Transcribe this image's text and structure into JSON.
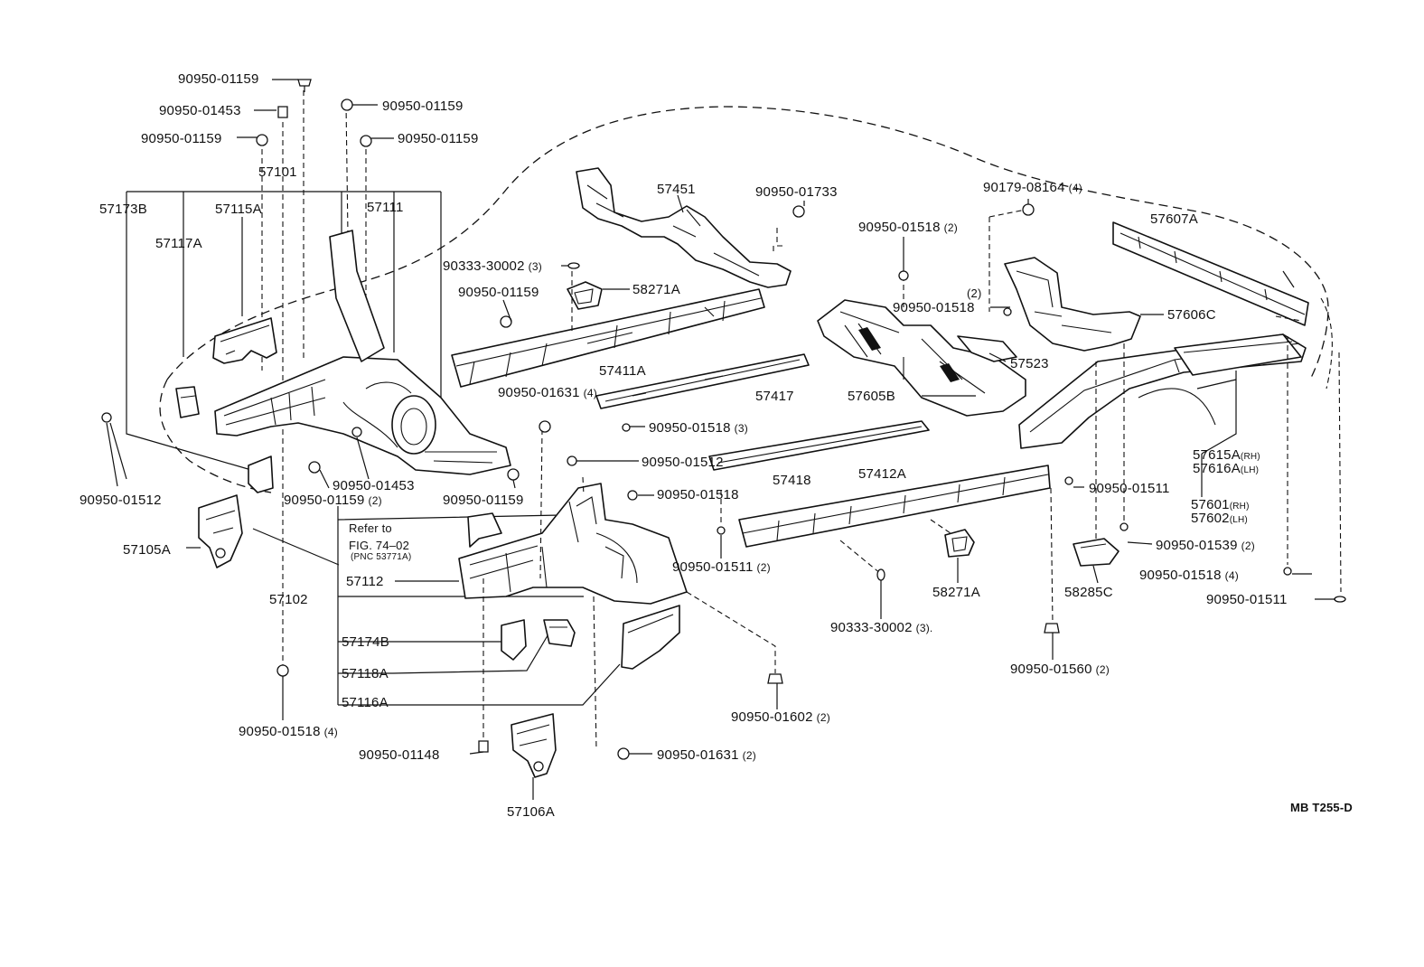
{
  "diagram_code": "MB T255-D",
  "reference": {
    "line1": "Refer to",
    "line2": "FIG. 74–02",
    "line3": "(PNC 53771A)"
  },
  "labels": {
    "p90950_01159_a": "90950-01159",
    "p90950_01453_a": "90950-01453",
    "p90950_01159_b": "90950-01159",
    "p90950_01159_c": "90950-01159",
    "p90950_01159_d": "90950-01159",
    "p57101": "57101",
    "p57173b": "57173B",
    "p57115a": "57115A",
    "p57111": "57111",
    "p57117a": "57117A",
    "p57451": "57451",
    "p90950_01733": "90950-01733",
    "p90179_08164": "90179-08164",
    "p90179_08164_q": "(4)",
    "p57607a": "57607A",
    "p90950_01518_a": "90950-01518",
    "p90950_01518_a_q": "(2)",
    "p90333_30002_a": "90333-30002",
    "p90333_30002_a_q": "(3)",
    "p58271a_a": "58271A",
    "p90950_01159_e": "90950-01159",
    "p90950_01518_b_q": "(2)",
    "p90950_01518_b": "90950-01518",
    "p57606c": "57606C",
    "p57411a": "57411A",
    "p57523": "57523",
    "p90950_01631_a": "90950-01631",
    "p90950_01631_a_q": "(4)",
    "p57417": "57417",
    "p57605b": "57605B",
    "p90950_01518_c": "90950-01518",
    "p90950_01518_c_q": "(3)",
    "p57615a": "57615A",
    "p57615a_s": "(RH)",
    "p57616a": "57616A",
    "p57616a_s": "(LH)",
    "p90950_01512_a": "90950-01512",
    "p90950_01512_b": "90950-01512",
    "p57418": "57418",
    "p90950_01453_b": "90950-01453",
    "p90950_01159_f": "90950-01159",
    "p90950_01159_f_q": "(2)",
    "p90950_01159_g": "90950-01159",
    "p57412a": "57412A",
    "p90950_01511_a": "90950-01511",
    "p57601": "57601",
    "p57601_s": "(RH)",
    "p57602": "57602",
    "p57602_s": "(LH)",
    "p90950_01518_d": "90950-01518",
    "p57105a": "57105A",
    "p90950_01539": "90950-01539",
    "p90950_01539_q": "(2)",
    "p90950_01511_b": "90950-01511",
    "p90950_01511_b_q": "(2)",
    "p90950_01518_e": "90950-01518",
    "p90950_01518_e_q": "(4)",
    "p57112": "57112",
    "p57102": "57102",
    "p58271a_b": "58271A",
    "p58285c": "58285C",
    "p90950_01511_c": "90950-01511",
    "p90333_30002_b": "90333-30002",
    "p90333_30002_b_q": "(3).",
    "p57174b": "57174B",
    "p57118a": "57118A",
    "p90950_01560": "90950-01560",
    "p90950_01560_q": "(2)",
    "p57116a": "57116A",
    "p90950_01602": "90950-01602",
    "p90950_01602_q": "(2)",
    "p90950_01518_f": "90950-01518",
    "p90950_01518_f_q": "(4)",
    "p90950_01148": "90950-01148",
    "p90950_01631_b": "90950-01631",
    "p90950_01631_b_q": "(2)",
    "p57106a": "57106A"
  }
}
